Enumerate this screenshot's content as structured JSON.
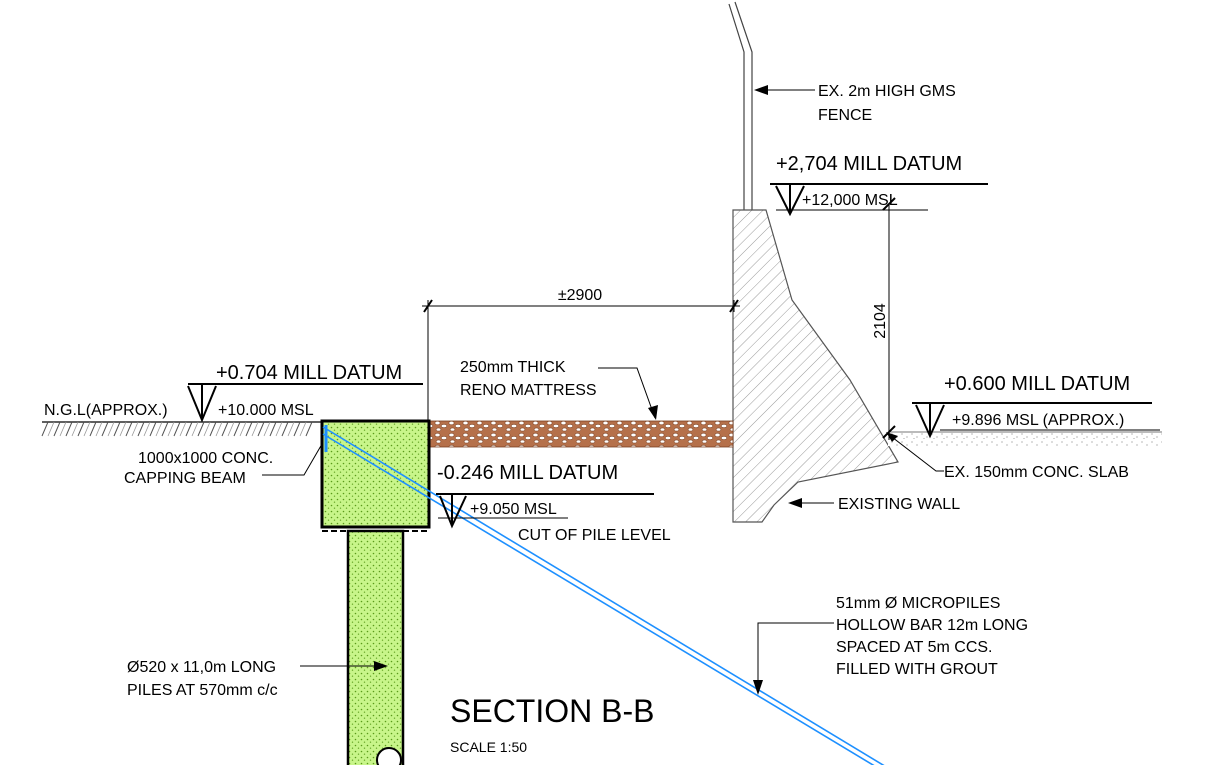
{
  "title": "SECTION B-B",
  "scale": "SCALE 1:50",
  "labels": {
    "fence": [
      "EX. 2m HIGH GMS",
      "FENCE"
    ],
    "datum_top": "+2,704 MILL DATUM",
    "msl_top": "+12,000 MSL",
    "dim_width": "±2900",
    "dim_height": "2104",
    "reno": [
      "250mm THICK",
      "RENO MATTRESS"
    ],
    "datum_left": "+0.704 MILL DATUM",
    "ngl": "N.G.L(APPROX.)",
    "msl_left": "+10.000 MSL",
    "capping": [
      "1000x1000 CONC.",
      "CAPPING BEAM"
    ],
    "datum_mid": "-0.246 MILL DATUM",
    "msl_mid": "+9.050 MSL",
    "cut_off": "CUT OF PILE LEVEL",
    "datum_right": "+0.600 MILL DATUM",
    "msl_right": "+9.896 MSL  (APPROX.)",
    "slab": "EX. 150mm CONC. SLAB",
    "wall": "EXISTING WALL",
    "micropiles": [
      "51mm Ø MICROPILES",
      "HOLLOW BAR 12m LONG",
      "SPACED AT 5m CCS.",
      "FILLED WITH GROUT"
    ],
    "piles": [
      "Ø520 x 11,0m LONG",
      "PILES AT 570mm c/c"
    ]
  },
  "colors": {
    "grout": "#b7f06a",
    "micropile": "#1e90ff",
    "reno": "#b5704a"
  }
}
